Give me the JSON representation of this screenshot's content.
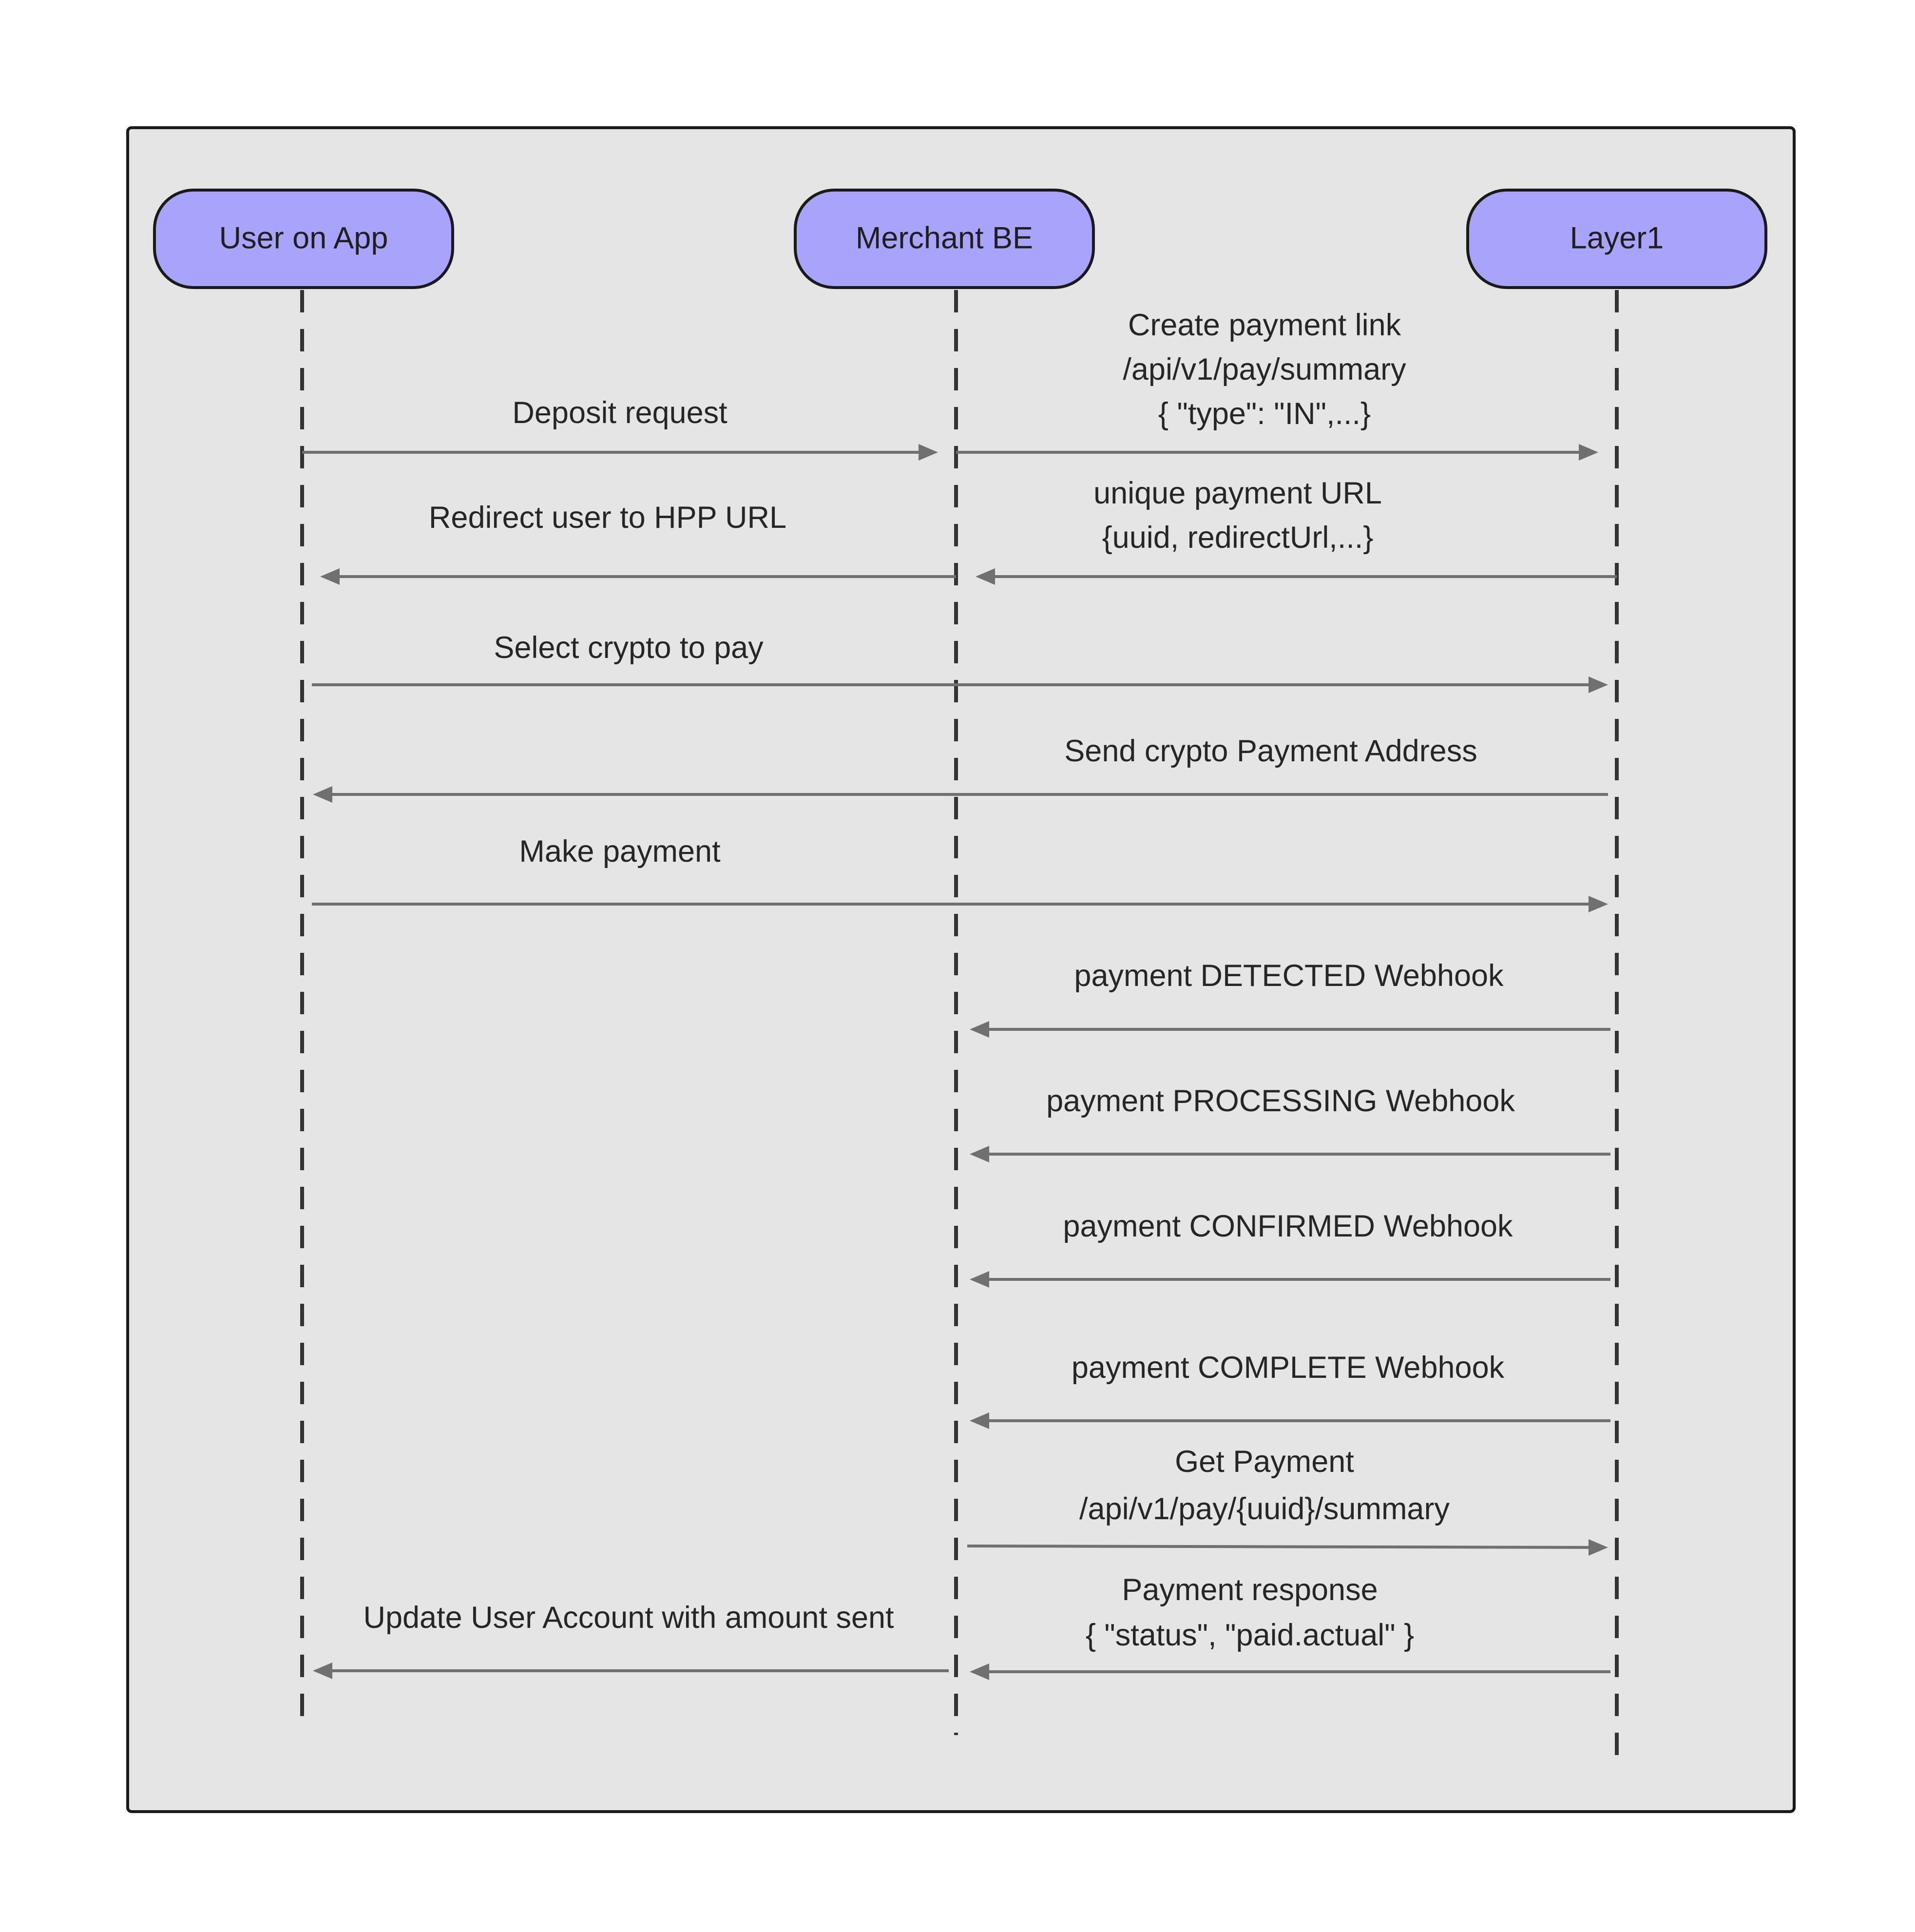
{
  "actors": {
    "user": "User on App",
    "merchant": "Merchant BE",
    "layer1": "Layer1"
  },
  "messages": [
    {
      "from": "user",
      "to": "merchant",
      "lines": [
        "Deposit request"
      ]
    },
    {
      "from": "merchant",
      "to": "layer1",
      "lines": [
        "Create payment link",
        "/api/v1/pay/summary",
        "{ \"type\": \"IN\",...}"
      ]
    },
    {
      "from": "merchant",
      "to": "user",
      "lines": [
        "Redirect user to HPP URL"
      ]
    },
    {
      "from": "layer1",
      "to": "merchant",
      "lines": [
        "unique payment URL",
        "{uuid, redirectUrl,...}"
      ]
    },
    {
      "from": "user",
      "to": "layer1",
      "lines": [
        "Select crypto to pay"
      ]
    },
    {
      "from": "layer1",
      "to": "user",
      "lines": [
        "Send crypto Payment Address"
      ]
    },
    {
      "from": "user",
      "to": "layer1",
      "lines": [
        "Make payment"
      ]
    },
    {
      "from": "layer1",
      "to": "merchant",
      "lines": [
        "payment DETECTED Webhook"
      ]
    },
    {
      "from": "layer1",
      "to": "merchant",
      "lines": [
        "payment PROCESSING Webhook"
      ]
    },
    {
      "from": "layer1",
      "to": "merchant",
      "lines": [
        "payment CONFIRMED Webhook"
      ]
    },
    {
      "from": "layer1",
      "to": "merchant",
      "lines": [
        "payment COMPLETE Webhook"
      ]
    },
    {
      "from": "merchant",
      "to": "layer1",
      "lines": [
        "Get Payment",
        "/api/v1/pay/{uuid}/summary"
      ]
    },
    {
      "from": "layer1",
      "to": "merchant",
      "lines": [
        "Payment response",
        "{ \"status\", \"paid.actual\" }"
      ]
    },
    {
      "from": "merchant",
      "to": "user",
      "lines": [
        "Update User Account with amount sent"
      ]
    }
  ]
}
